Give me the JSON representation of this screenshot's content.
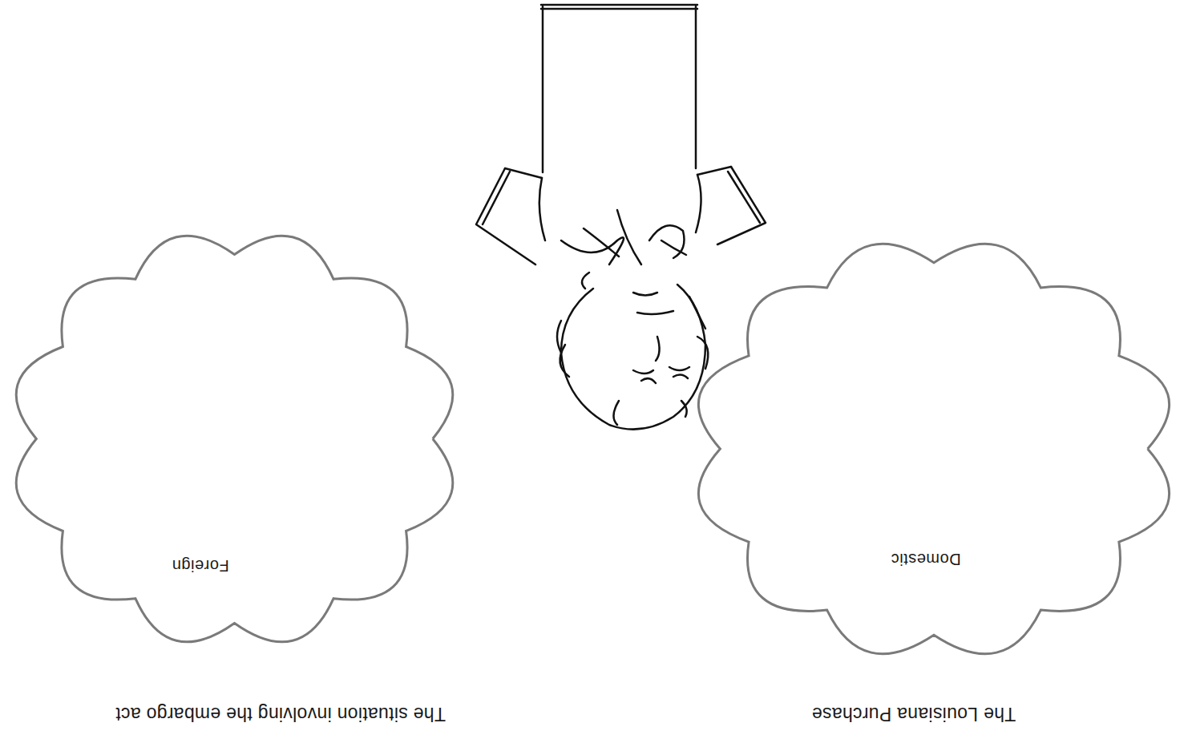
{
  "diagram": {
    "nodes": [
      {
        "text": [
          "The Louisiana Purchase",
          "Domestic"
        ]
      },
      {
        "text": [
          "The situation involving the embargo act",
          "Foreign"
        ]
      }
    ]
  }
}
